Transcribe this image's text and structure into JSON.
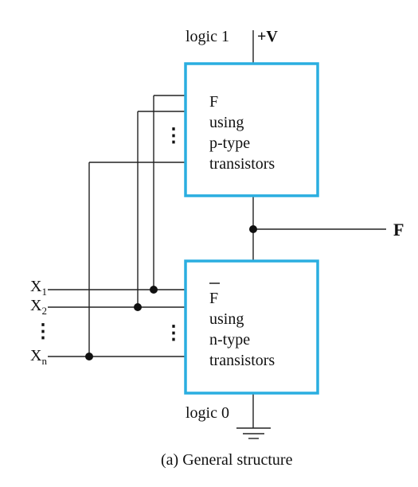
{
  "top_rail": {
    "label": "logic 1",
    "supply": "+V"
  },
  "bottom_rail": {
    "label": "logic 0"
  },
  "pull_up": {
    "lines": [
      "F",
      "using",
      "p-type",
      "transistors"
    ],
    "dots": "⋮"
  },
  "pull_down": {
    "lines": [
      "F",
      "using",
      "n-type",
      "transistors"
    ],
    "dots": "⋮"
  },
  "output": {
    "label": "F"
  },
  "inputs": {
    "x1_base": "X",
    "x1_sub": "1",
    "x2_base": "X",
    "x2_sub": "2",
    "xn_base": "X",
    "xn_sub": "n",
    "dots": "⋮"
  },
  "caption": "(a) General structure",
  "colors": {
    "box_border": "#2aaee0"
  }
}
